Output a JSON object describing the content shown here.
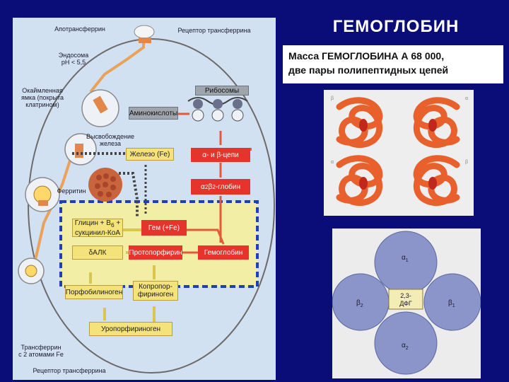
{
  "slide": {
    "title": "ГЕМОГЛОБИН",
    "mass_line1": "Масса ГЕМОГЛОБИНА А 68 000,",
    "mass_line2": "две пары полипептидных цепей"
  },
  "cell_diagram": {
    "labels": {
      "apotransferrin": "Апотрансферрин",
      "transferrin_receptor_top": "Рецептор трансферрина",
      "endosome_1": "Эндосома",
      "endosome_2": "pH < 5,5",
      "coated_pit_1": "Окаймленная",
      "coated_pit_2": "ямка (покрыта",
      "coated_pit_3": "клатрином)",
      "iron_release_1": "Высвобождение",
      "iron_release_2": "железа",
      "ferritin": "Ферритин",
      "transferrin_1": "Трансферрин",
      "transferrin_2": "с 2 атомами Fe",
      "transferrin_receptor_bottom": "Рецептор трансферрина"
    },
    "boxes": {
      "ribosomes": "Рибосомы",
      "amino_acids": "Аминокислоты",
      "iron": "Железо (Fe)",
      "alpha_beta_1": "α- и β-цепи",
      "globin_1": "α",
      "globin_2": "2",
      "globin_3": "β",
      "globin_4": "2",
      "globin_5": "-глобин",
      "glycine_1": "Глицин + B",
      "glycine_2": "6",
      "glycine_3": " +",
      "glycine_4": "сукцинил-КоА",
      "heme": "Гем (+Fe)",
      "ala": "δАЛК",
      "protoporphyrin": "Протопорфирин",
      "hemoglobin": "Гемоглобин",
      "porphobilinogen": "Порфобилиноген",
      "coproporphyrinogen_1": "Копропор-",
      "coproporphyrinogen_2": "фириноген",
      "uroporphyrinogen": "Уропорфириноген"
    }
  },
  "chains_figure": {
    "corner_labels": [
      "β",
      "α",
      "α",
      "β"
    ],
    "colors": {
      "chain": "#e8602c",
      "heme": "#c0281c"
    }
  },
  "tetramer_figure": {
    "labels": {
      "alpha1": "α",
      "alpha1_sub": "1",
      "alpha2": "α",
      "alpha2_sub": "2",
      "beta1": "β",
      "beta1_sub": "1",
      "beta2": "β",
      "beta2_sub": "2",
      "dpg_1": "2,3-",
      "dpg_2": "ДФГ"
    },
    "colors": {
      "subunit": "#8b95c9",
      "dpg_box": "#f3ecb4"
    }
  }
}
